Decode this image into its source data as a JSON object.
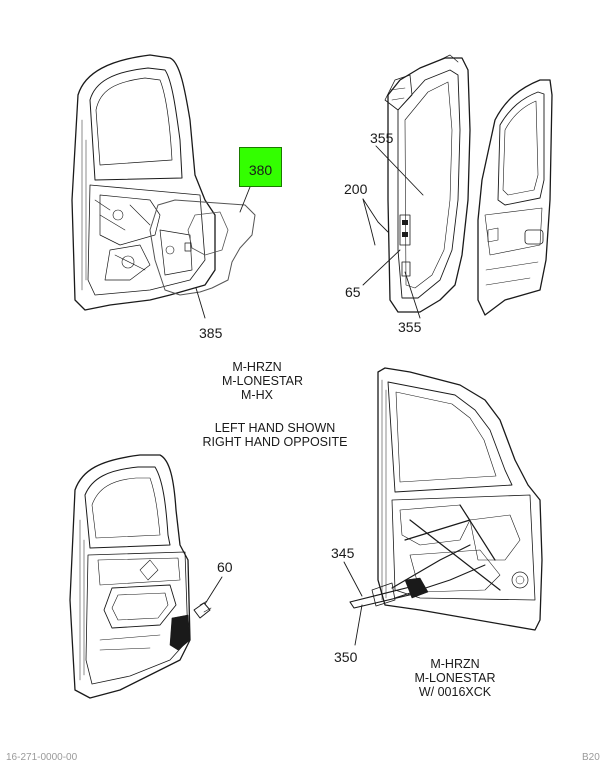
{
  "callouts": {
    "c380": "380",
    "c385": "385",
    "c355_top": "355",
    "c200": "200",
    "c65": "65",
    "c355_bottom": "355",
    "c60": "60",
    "c345": "345",
    "c350": "350"
  },
  "notes": {
    "models_center": [
      "M-HRZN",
      "M-LONESTAR",
      "M-HX"
    ],
    "orientation": [
      "LEFT HAND SHOWN",
      "RIGHT HAND OPPOSITE"
    ],
    "models_bottom_right": [
      "M-HRZN",
      "M-LONESTAR",
      "W/ 0016XCK"
    ]
  },
  "footer": {
    "left": "16-271-0000-00",
    "right": "B20"
  },
  "colors": {
    "highlight": "#33ff00",
    "line": "#1a1a1a"
  }
}
